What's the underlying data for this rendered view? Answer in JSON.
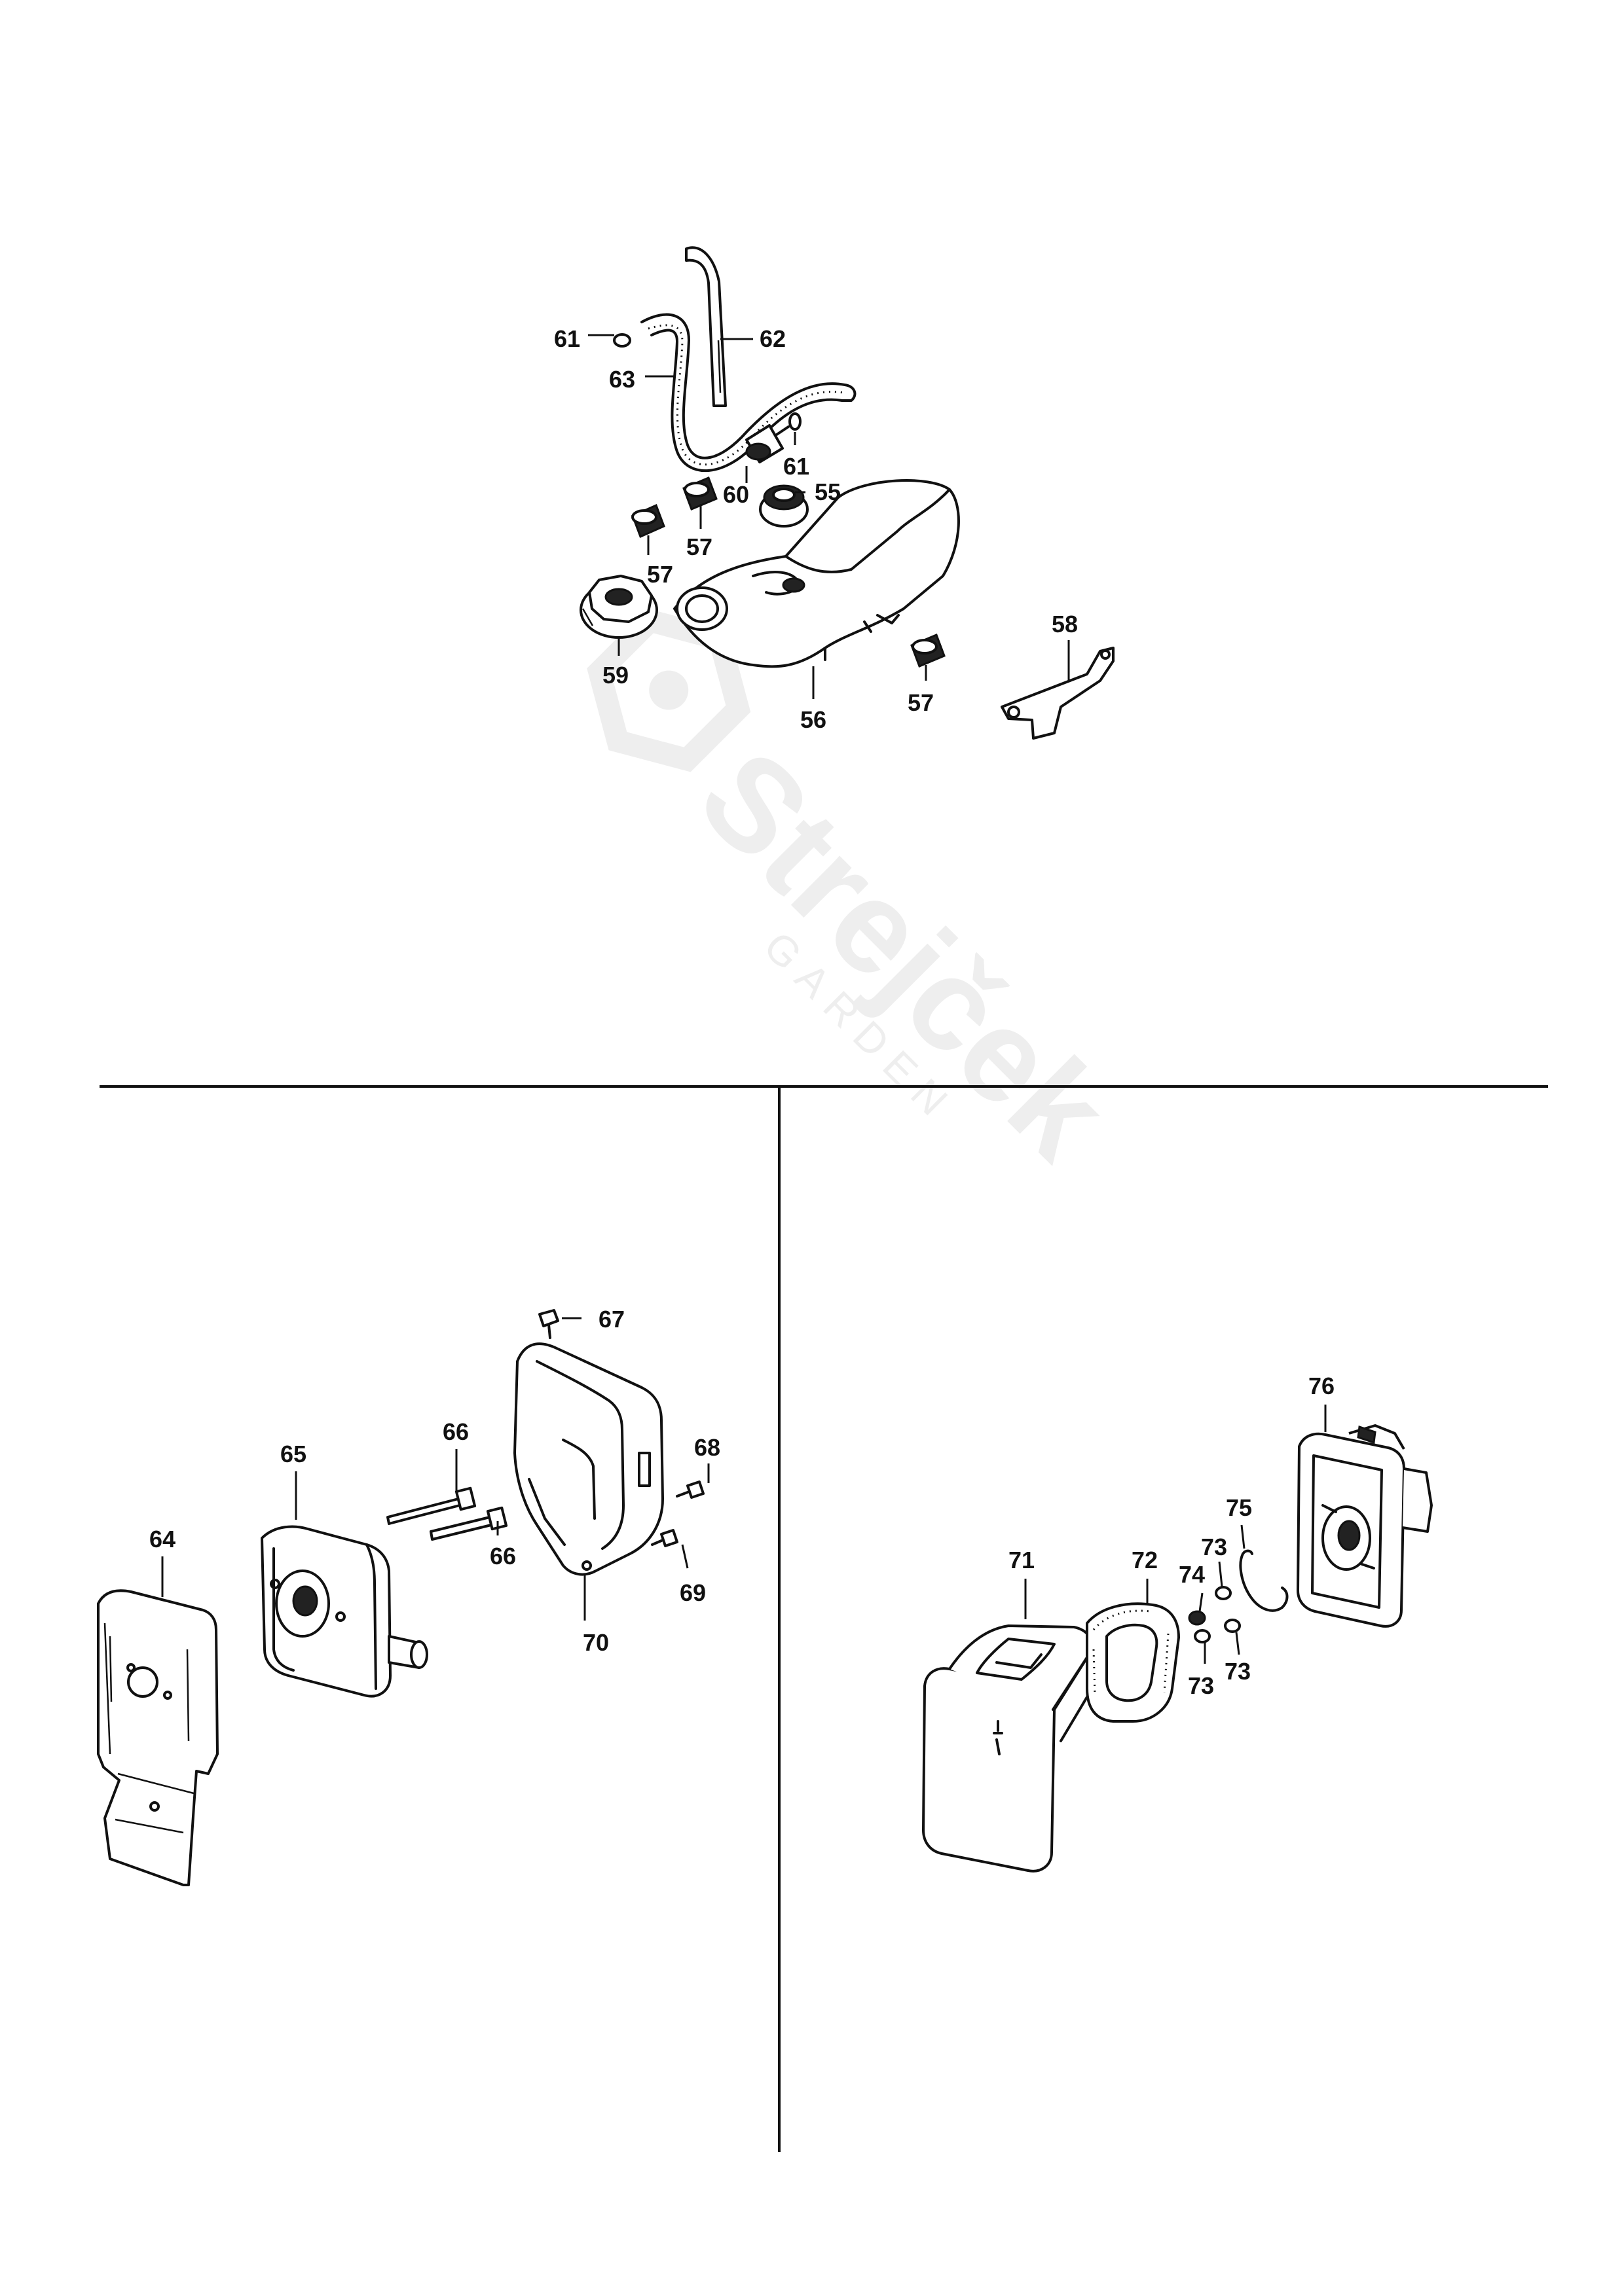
{
  "watermark": {
    "brand": "Strejček",
    "tagline": "GARDEN"
  },
  "sections": {
    "fuel_tank": {
      "callouts": [
        {
          "id": "c61a",
          "label": "61"
        },
        {
          "id": "c62",
          "label": "62"
        },
        {
          "id": "c63",
          "label": "63"
        },
        {
          "id": "c61b",
          "label": "61"
        },
        {
          "id": "c60",
          "label": "60"
        },
        {
          "id": "c55",
          "label": "55"
        },
        {
          "id": "c57a",
          "label": "57"
        },
        {
          "id": "c57b",
          "label": "57"
        },
        {
          "id": "c57c",
          "label": "57"
        },
        {
          "id": "c59",
          "label": "59"
        },
        {
          "id": "c56",
          "label": "56"
        },
        {
          "id": "c58",
          "label": "58"
        }
      ]
    },
    "muffler": {
      "callouts": [
        {
          "id": "c64",
          "label": "64"
        },
        {
          "id": "c65",
          "label": "65"
        },
        {
          "id": "c66a",
          "label": "66"
        },
        {
          "id": "c66b",
          "label": "66"
        },
        {
          "id": "c67",
          "label": "67"
        },
        {
          "id": "c68",
          "label": "68"
        },
        {
          "id": "c69",
          "label": "69"
        },
        {
          "id": "c70",
          "label": "70"
        }
      ]
    },
    "air_filter": {
      "callouts": [
        {
          "id": "c71",
          "label": "71"
        },
        {
          "id": "c72",
          "label": "72"
        },
        {
          "id": "c73a",
          "label": "73"
        },
        {
          "id": "c73b",
          "label": "73"
        },
        {
          "id": "c73c",
          "label": "73"
        },
        {
          "id": "c74",
          "label": "74"
        },
        {
          "id": "c75",
          "label": "75"
        },
        {
          "id": "c76",
          "label": "76"
        }
      ]
    }
  }
}
